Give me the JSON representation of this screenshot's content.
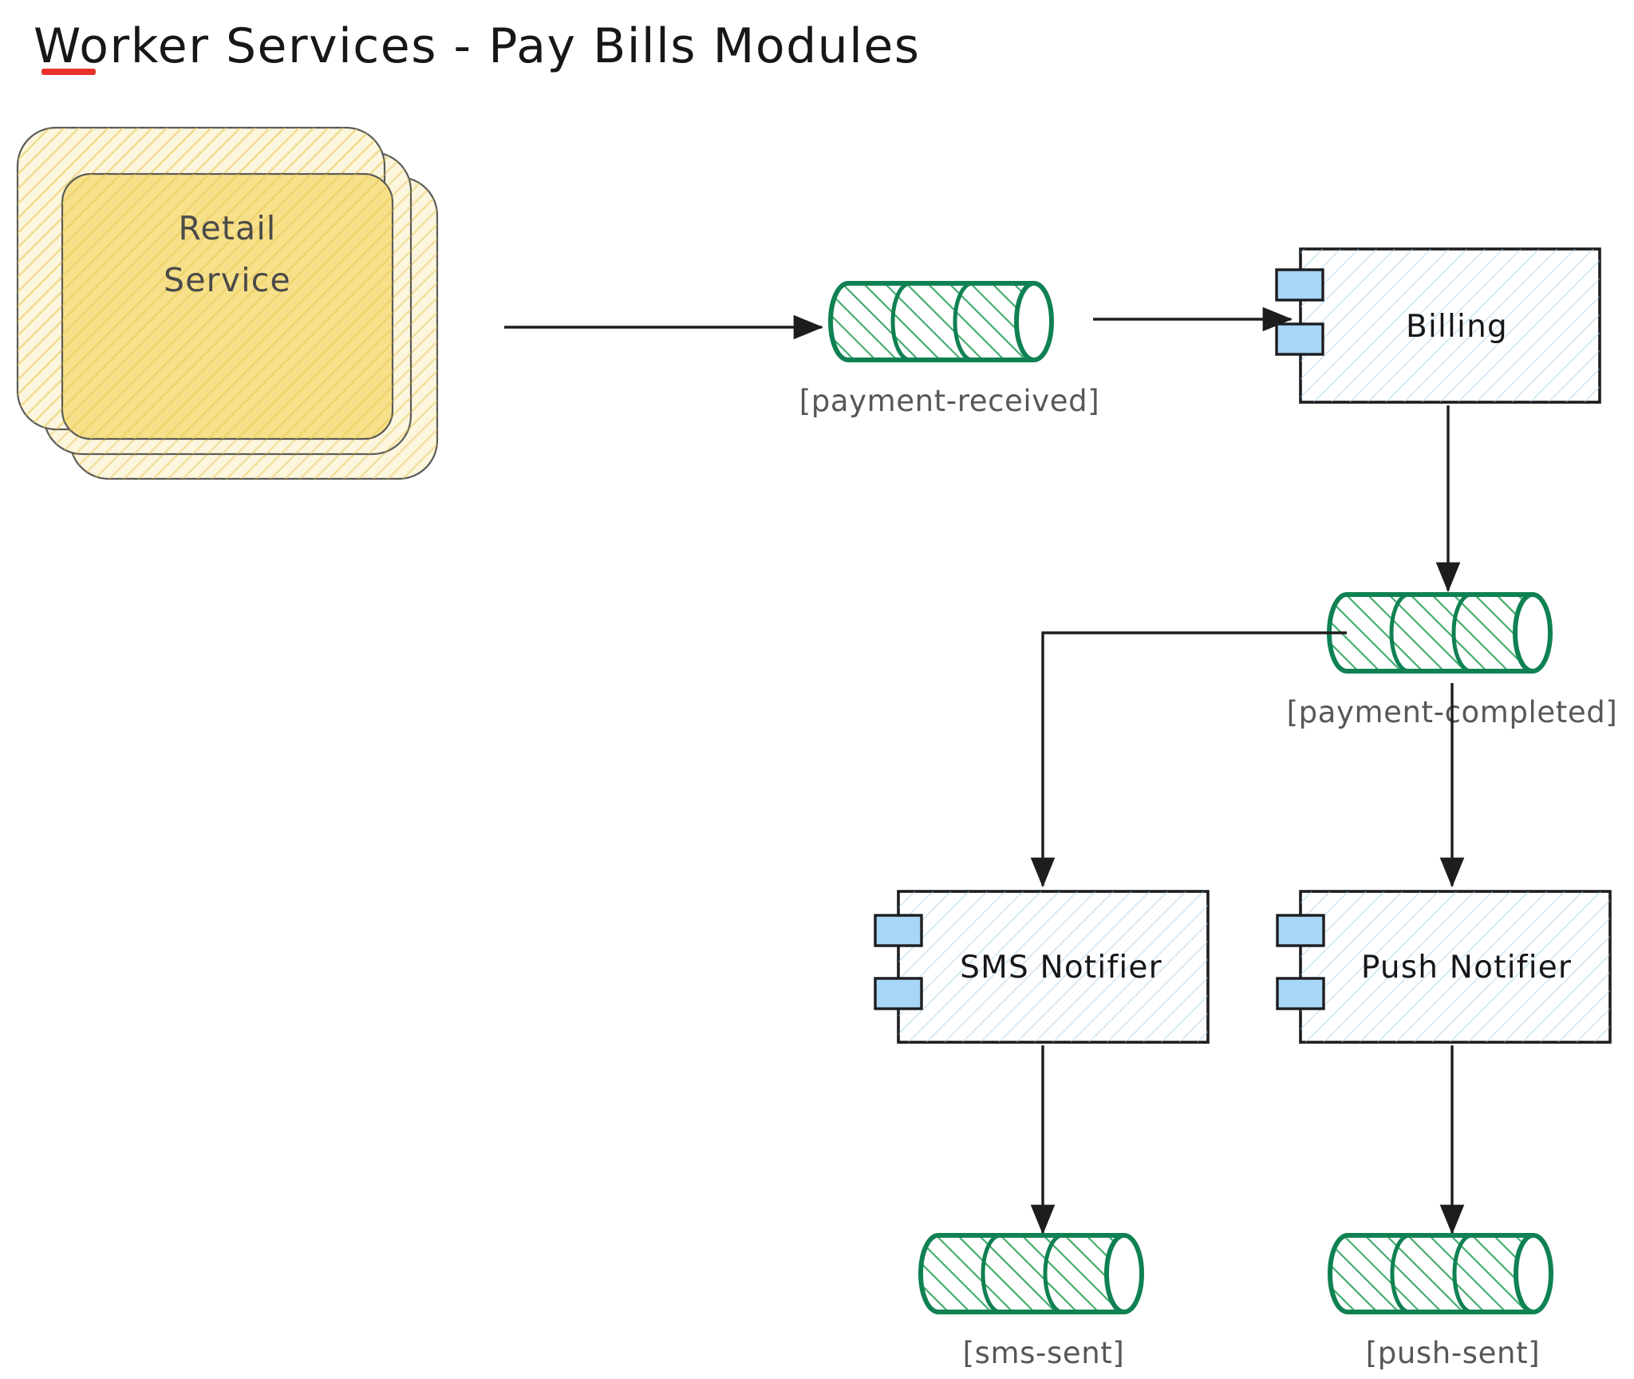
{
  "page": {
    "title": "Worker Services - Pay Bills Modules",
    "title_underline_color": "#e8312b",
    "background": "#ffffff"
  },
  "palette": {
    "service_fill": "#f7e08a",
    "service_hatch": "#e6c64f",
    "service_stroke": "#5b5b57",
    "component_hatch": "#8fc4ea",
    "component_stroke": "#1d1d1f",
    "component_port_fill": "#a7d6f7",
    "queue_stroke": "#0f8152",
    "queue_hatch": "#3eab6a",
    "arrow_color": "#1d1d1f",
    "label_color": "#57575a"
  },
  "nodes": {
    "retail_service": {
      "type": "stacked-service",
      "label_line1": "Retail",
      "label_line2": "Service",
      "stack_count": 3
    },
    "billing": {
      "type": "component",
      "label": "Billing",
      "ports": 2
    },
    "sms_notifier": {
      "type": "component",
      "label": "SMS Notifier",
      "ports": 2
    },
    "push_notifier": {
      "type": "component",
      "label": "Push Notifier",
      "ports": 2
    }
  },
  "queues": [
    {
      "id": "payment-received",
      "label": "[payment-received]"
    },
    {
      "id": "payment-completed",
      "label": "[payment-completed]"
    },
    {
      "id": "sms-sent",
      "label": "[sms-sent]"
    },
    {
      "id": "push-sent",
      "label": "[push-sent]"
    }
  ],
  "edges": [
    {
      "from": "retail_service",
      "to": "payment-received",
      "style": "straight-right"
    },
    {
      "from": "payment-received",
      "to": "billing",
      "style": "straight-right"
    },
    {
      "from": "billing",
      "to": "payment-completed",
      "style": "straight-down"
    },
    {
      "from": "payment-completed",
      "to": "sms_notifier",
      "style": "elbow-left-down"
    },
    {
      "from": "payment-completed",
      "to": "push_notifier",
      "style": "straight-down"
    },
    {
      "from": "sms_notifier",
      "to": "sms-sent",
      "style": "straight-down"
    },
    {
      "from": "push_notifier",
      "to": "push-sent",
      "style": "straight-down"
    }
  ]
}
